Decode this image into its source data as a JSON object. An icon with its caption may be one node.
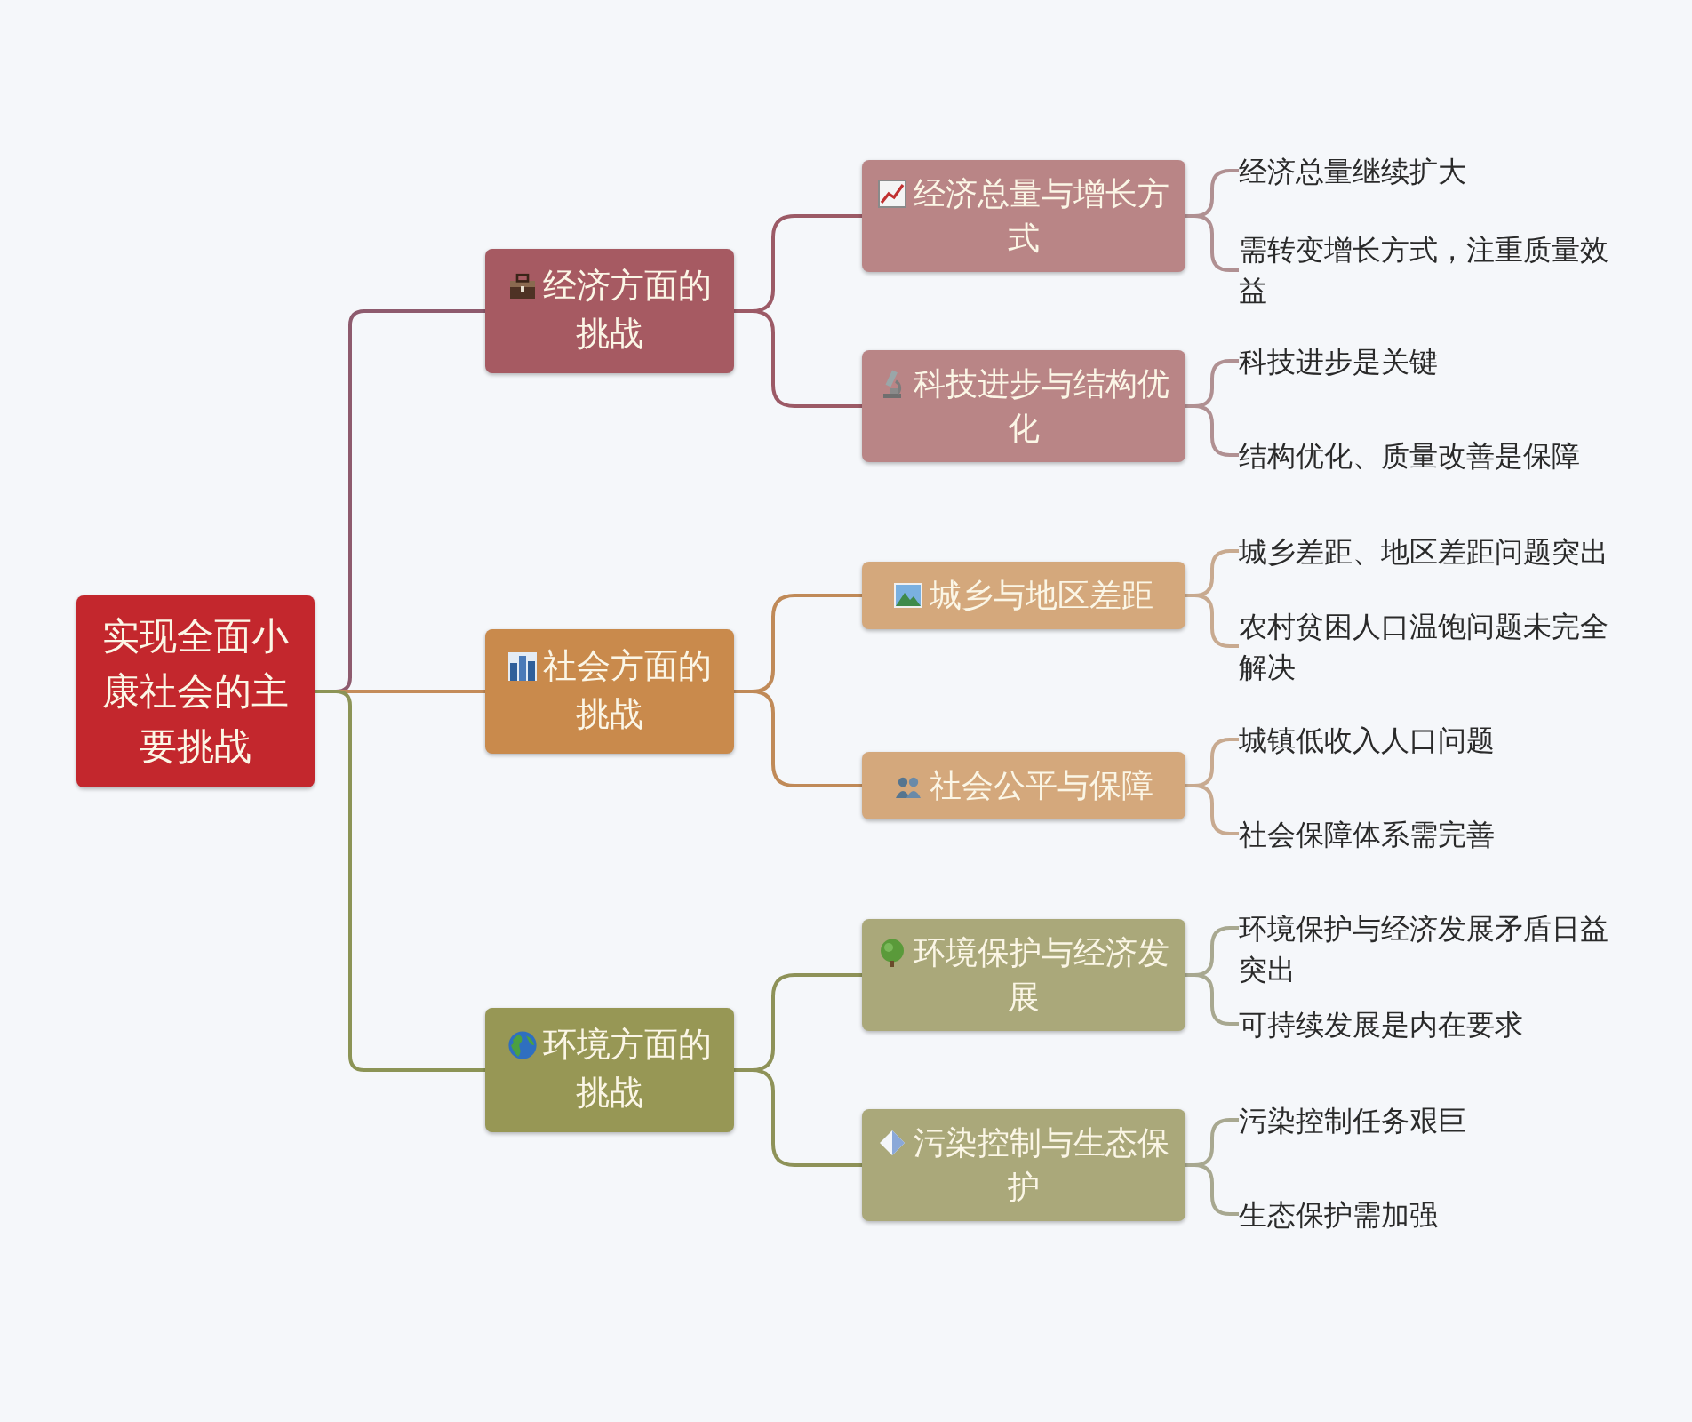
{
  "diagram": {
    "nodes": [
      {
        "text": [
          "实现全面小康社会的主要挑战"
        ]
      },
      {
        "text": [
          "经济方面的挑战"
        ]
      },
      {
        "text": [
          "经济总量与增长方式"
        ]
      },
      {
        "text": [
          "经济总量继续扩大"
        ]
      },
      {
        "text": [
          "需转变增长方式，注重质量效益"
        ]
      },
      {
        "text": [
          "科技进步与结构优化"
        ]
      },
      {
        "text": [
          "科技进步是关键"
        ]
      },
      {
        "text": [
          "结构优化、质量改善是保障"
        ]
      },
      {
        "text": [
          "社会方面的挑战"
        ]
      },
      {
        "text": [
          "城乡与地区差距"
        ]
      },
      {
        "text": [
          "城乡差距、地区差距问题突出"
        ]
      },
      {
        "text": [
          "农村贫困人口温饱问题未完全解决"
        ]
      },
      {
        "text": [
          "社会公平与保障"
        ]
      },
      {
        "text": [
          "城镇低收入人口问题"
        ]
      },
      {
        "text": [
          "社会保障体系需完善"
        ]
      },
      {
        "text": [
          "环境方面的挑战"
        ]
      },
      {
        "text": [
          "环境保护与经济发展"
        ]
      },
      {
        "text": [
          "环境保护与经济发展矛盾日益突出"
        ]
      },
      {
        "text": [
          "可持续发展是内在要求"
        ]
      },
      {
        "text": [
          "污染控制与生态保护"
        ]
      },
      {
        "text": [
          "污染控制任务艰巨"
        ]
      },
      {
        "text": [
          "生态保护需加强"
        ]
      }
    ],
    "edges": [
      {
        "from": 0,
        "to": 1,
        "arrow": "none",
        "color": "#8e5b6e"
      },
      {
        "from": 0,
        "to": 8,
        "arrow": "none",
        "color": "#c48c5a"
      },
      {
        "from": 0,
        "to": 15,
        "arrow": "none",
        "color": "#8c9456"
      },
      {
        "from": 1,
        "to": 2,
        "arrow": "none",
        "color": "#9c5a66"
      },
      {
        "from": 1,
        "to": 5,
        "arrow": "none",
        "color": "#9c5a66"
      },
      {
        "from": 2,
        "to": 3,
        "arrow": "none",
        "color": "#b09092"
      },
      {
        "from": 2,
        "to": 4,
        "arrow": "none",
        "color": "#b09092"
      },
      {
        "from": 5,
        "to": 6,
        "arrow": "none",
        "color": "#b09092"
      },
      {
        "from": 5,
        "to": 7,
        "arrow": "none",
        "color": "#b09092"
      },
      {
        "from": 8,
        "to": 9,
        "arrow": "none",
        "color": "#c08a58"
      },
      {
        "from": 8,
        "to": 12,
        "arrow": "none",
        "color": "#c08a58"
      },
      {
        "from": 9,
        "to": 10,
        "arrow": "none",
        "color": "#c8aa90"
      },
      {
        "from": 9,
        "to": 11,
        "arrow": "none",
        "color": "#c8aa90"
      },
      {
        "from": 12,
        "to": 13,
        "arrow": "none",
        "color": "#c8aa90"
      },
      {
        "from": 12,
        "to": 14,
        "arrow": "none",
        "color": "#c8aa90"
      },
      {
        "from": 15,
        "to": 16,
        "arrow": "none",
        "color": "#8e9258"
      },
      {
        "from": 15,
        "to": 19,
        "arrow": "none",
        "color": "#8e9258"
      },
      {
        "from": 16,
        "to": 17,
        "arrow": "none",
        "color": "#a8a890"
      },
      {
        "from": 16,
        "to": 18,
        "arrow": "none",
        "color": "#a8a890"
      },
      {
        "from": 19,
        "to": 20,
        "arrow": "none",
        "color": "#a8a890"
      },
      {
        "from": 19,
        "to": 21,
        "arrow": "none",
        "color": "#a8a890"
      }
    ]
  }
}
